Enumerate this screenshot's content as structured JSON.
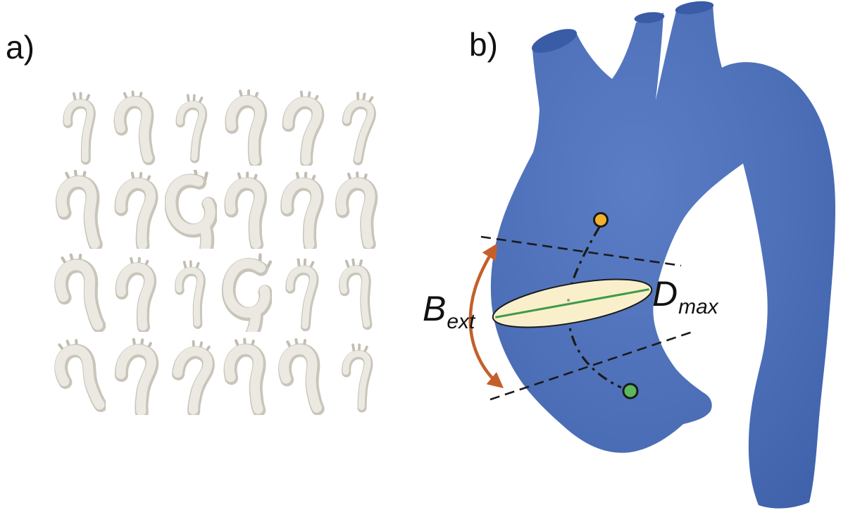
{
  "figure": {
    "panel_a": {
      "label": "a)",
      "description": "grid of segmented aortic surface meshes",
      "rows": 4,
      "cols": 6,
      "count": 24,
      "shapes": [
        {
          "v": 0,
          "r": 4,
          "s": 0.95
        },
        {
          "v": 1,
          "r": -6,
          "s": 0.95
        },
        {
          "v": 0,
          "r": 8,
          "s": 0.9
        },
        {
          "v": 1,
          "r": 2,
          "s": 0.98
        },
        {
          "v": 1,
          "r": 10,
          "s": 0.95
        },
        {
          "v": 0,
          "r": 14,
          "s": 0.95
        },
        {
          "v": 1,
          "r": -8,
          "s": 1.05
        },
        {
          "v": 1,
          "r": 6,
          "s": 1.0
        },
        {
          "v": 2,
          "r": -4,
          "s": 1.12
        },
        {
          "v": 1,
          "r": 0,
          "s": 1.0
        },
        {
          "v": 1,
          "r": 4,
          "s": 1.0
        },
        {
          "v": 1,
          "r": -2,
          "s": 1.0
        },
        {
          "v": 1,
          "r": -14,
          "s": 1.05
        },
        {
          "v": 1,
          "r": 4,
          "s": 0.95
        },
        {
          "v": 0,
          "r": 2,
          "s": 0.9
        },
        {
          "v": 2,
          "r": 10,
          "s": 1.1
        },
        {
          "v": 0,
          "r": 8,
          "s": 0.95
        },
        {
          "v": 0,
          "r": -4,
          "s": 0.95
        },
        {
          "v": 1,
          "r": -20,
          "s": 1.0
        },
        {
          "v": 1,
          "r": 8,
          "s": 1.0
        },
        {
          "v": 1,
          "r": 14,
          "s": 0.95
        },
        {
          "v": 1,
          "r": -4,
          "s": 1.0
        },
        {
          "v": 1,
          "r": -10,
          "s": 1.0
        },
        {
          "v": 0,
          "r": 6,
          "s": 0.9
        }
      ]
    },
    "panel_b": {
      "label": "b)",
      "annotations": {
        "bext_base": "B",
        "bext_sub": "ext",
        "dmax_base": "D",
        "dmax_sub": "max"
      }
    },
    "colors": {
      "aorta_blue": "#4d70b8",
      "aorta_blue_light": "#5b7dc6",
      "aorta_blue_dark": "#3f62ab",
      "branch_cut_blue": "#3a5ba6",
      "mesh_gray_shadow": "#c9c5ba",
      "mesh_gray_highlight": "#ebe9e1",
      "mesh_branch_gray": "#c1bdb2",
      "ellipse_fill": "#f9f0cb",
      "diameter_green": "#3f9a4a",
      "arrow_orange": "#c45f2b",
      "dot_yellow": "#f2b02c",
      "dot_green": "#5cb85c",
      "line_black": "#1a1a1a"
    }
  }
}
